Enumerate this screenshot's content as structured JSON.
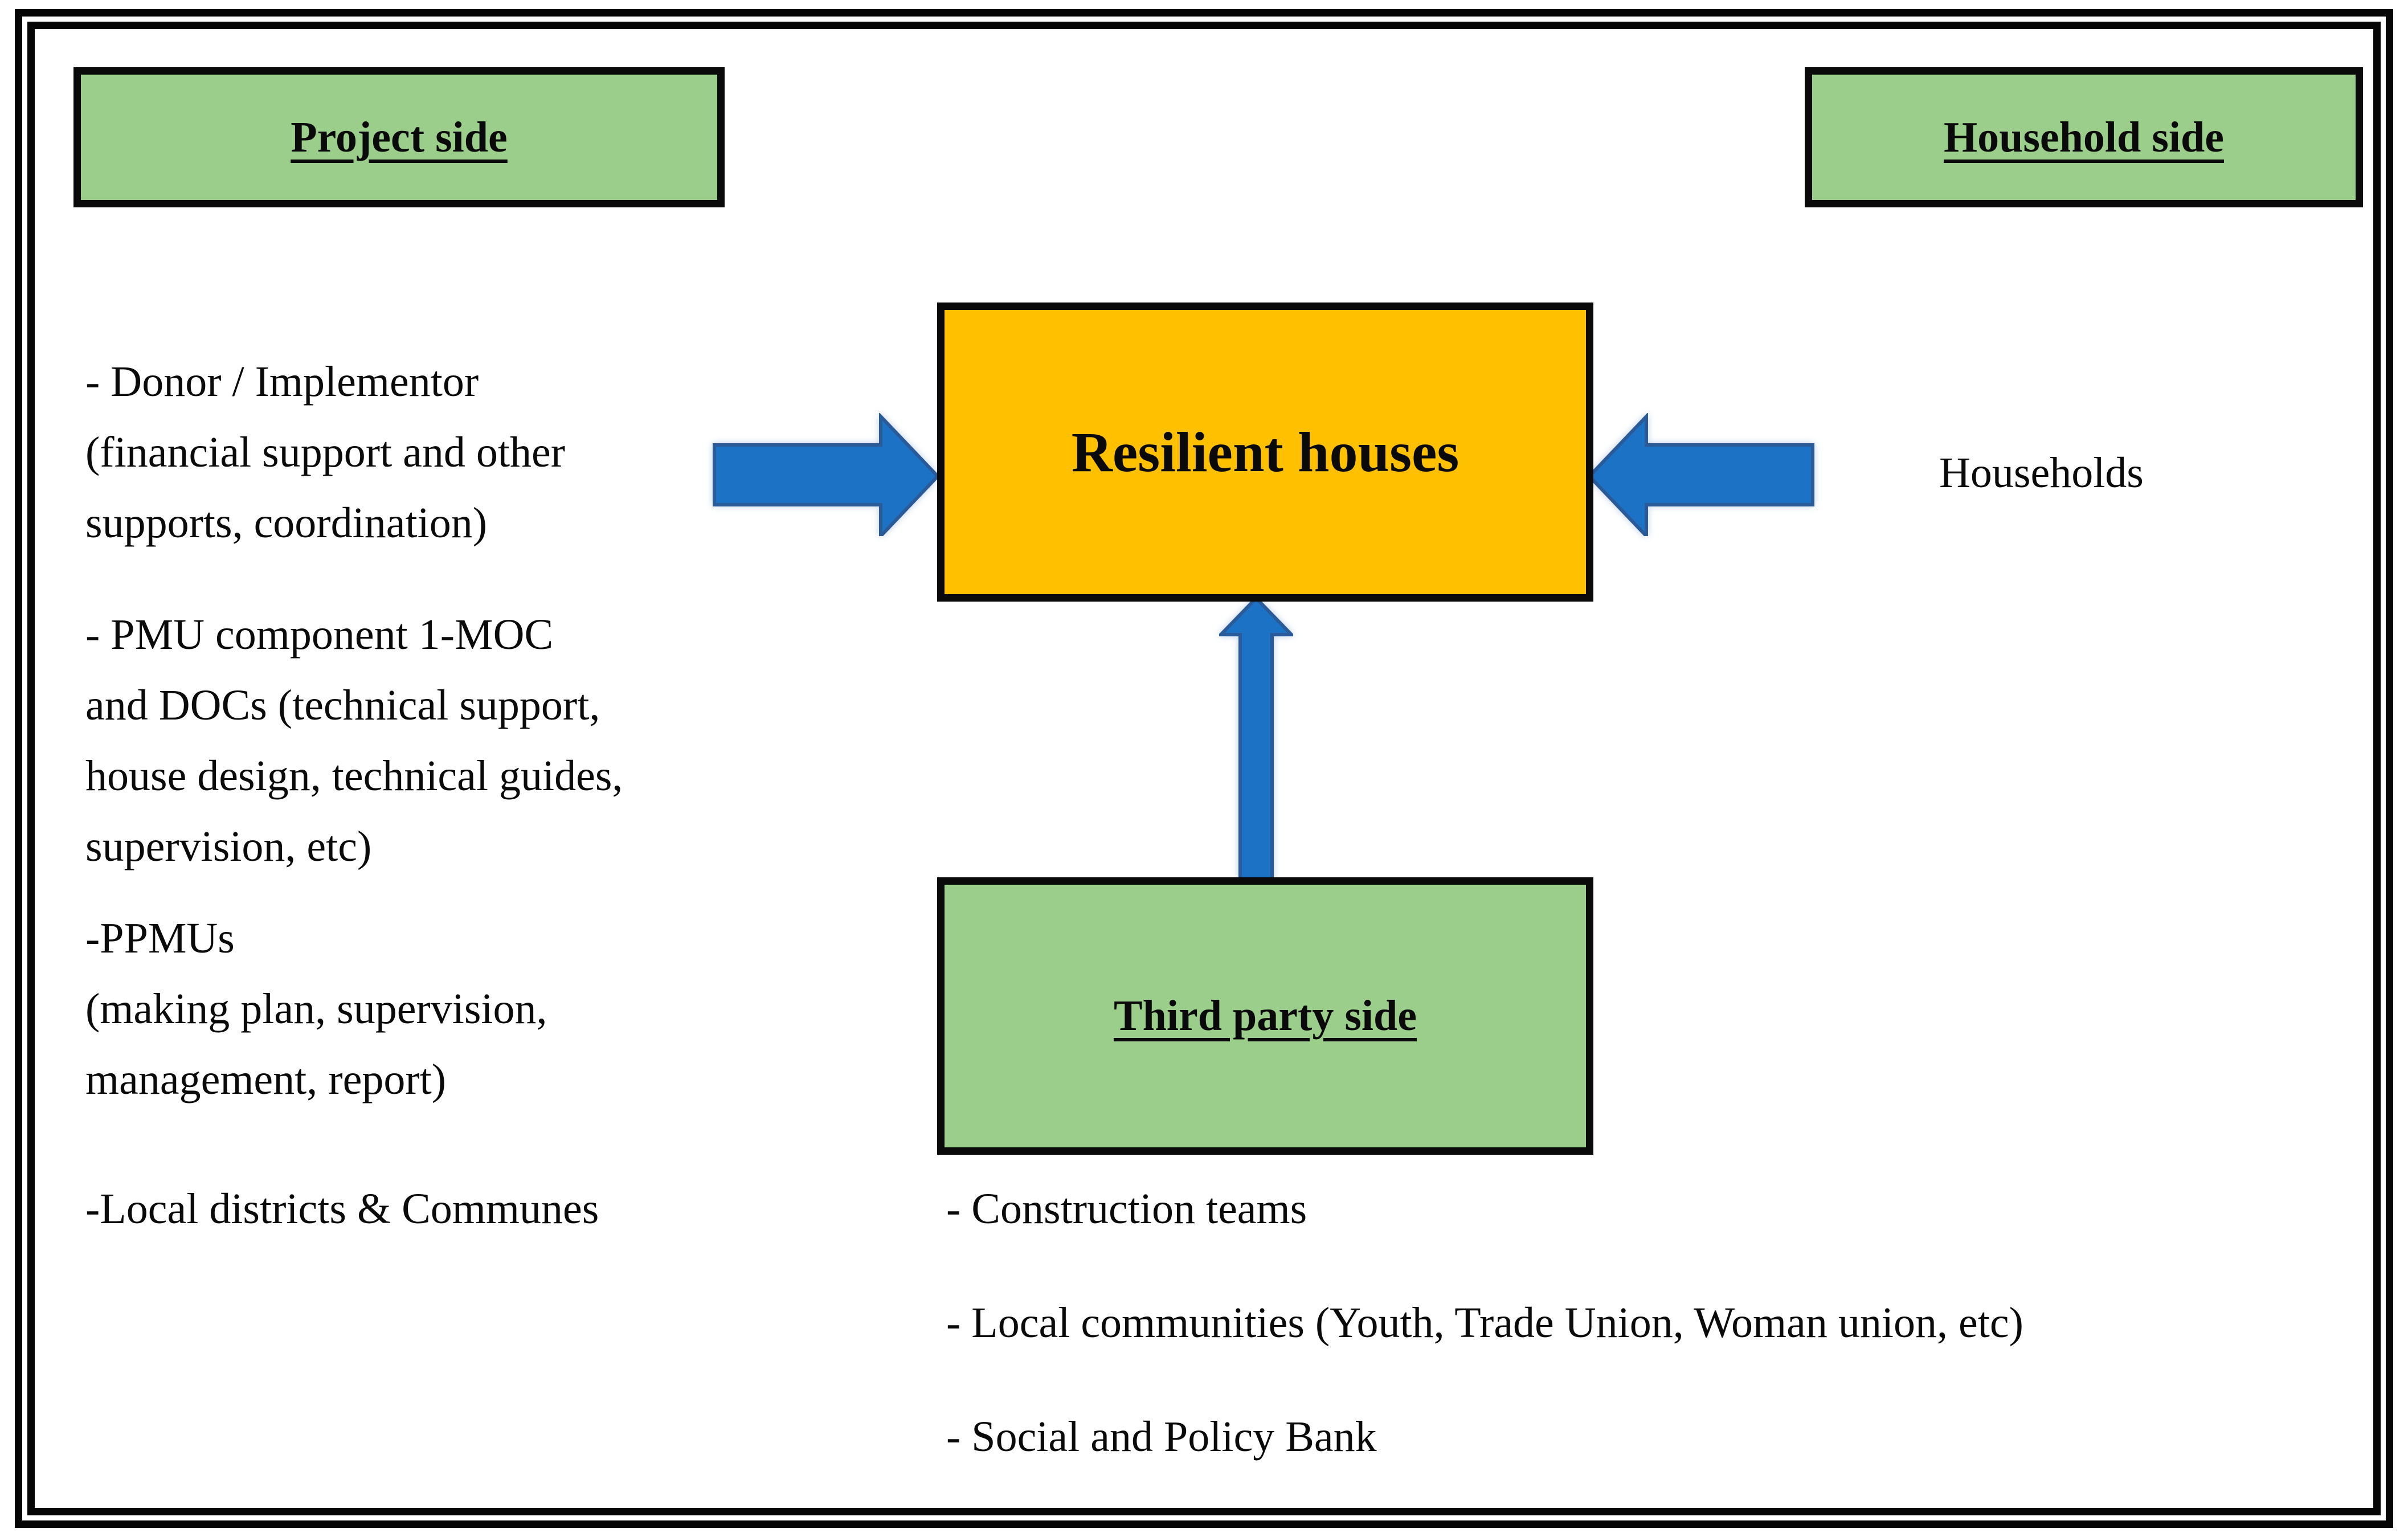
{
  "palette": {
    "green_fill": "#9BCE8B",
    "orange_fill": "#FFC000",
    "blue_fill": "#1C72C5",
    "blue_stroke": "#2A5B98",
    "border_black": "#0a0a0a"
  },
  "boxes": {
    "project": {
      "label": "Project side"
    },
    "household": {
      "label": "Household side"
    },
    "resilient": {
      "label": "Resilient houses"
    },
    "third_party": {
      "label": "Third party side"
    }
  },
  "left_column": {
    "para1": {
      "line1": "- Donor / Implementor",
      "line2": "(financial support and other",
      "line3": "supports, coordination)"
    },
    "para2": {
      "line1": "- PMU component 1-MOC",
      "line2": "and DOCs (technical support,",
      "line3": "house design, technical guides,",
      "line4": "supervision, etc)"
    },
    "para3": {
      "line1": "-PPMUs",
      "line2": "(making plan, supervision,",
      "line3": "management, report)"
    },
    "para4": {
      "line1": "-Local districts & Communes"
    }
  },
  "right_column": {
    "households_label": "Households"
  },
  "bottom_list": {
    "item1": "- Construction teams",
    "item2": "- Local communities (Youth, Trade Union, Woman union, etc)",
    "item3": "- Social and Policy Bank"
  }
}
